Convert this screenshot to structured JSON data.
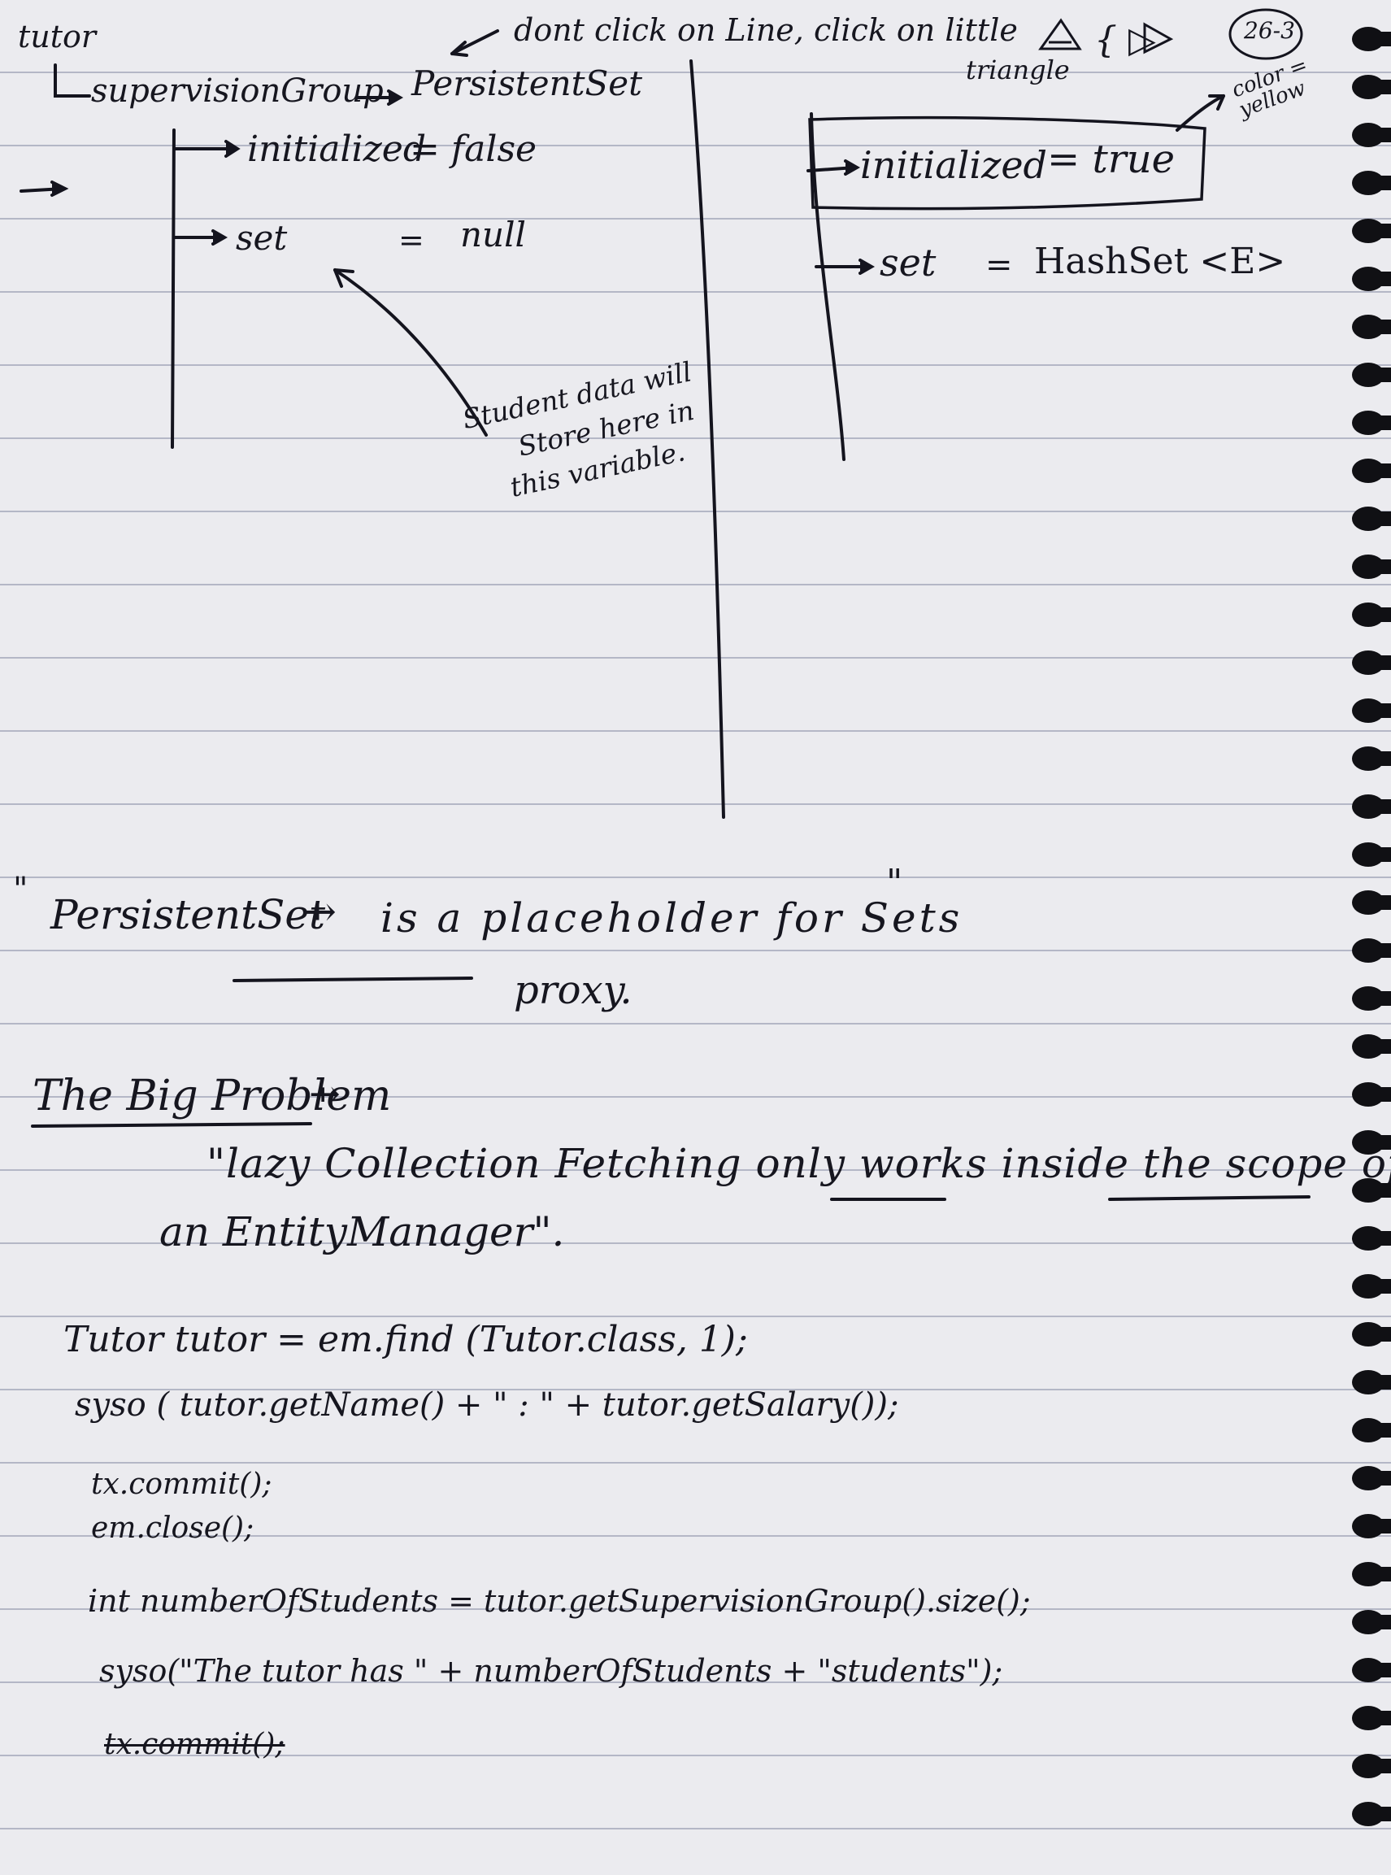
{
  "page_number": "26-3",
  "header": {
    "title": "tutor",
    "relation": "supervisionGroup",
    "target": "PersistentSet",
    "tip": "dont click on Line, click on little",
    "tip_symbols": "{ ▷",
    "tip_word": "triangle",
    "color_note": "color = yellow"
  },
  "left_diagram": {
    "initialized_label": "initialized",
    "initialized_value": "= false",
    "set_label": "set",
    "set_eq": "=",
    "set_value": "null",
    "annotation": [
      "Student data will",
      "Store here in",
      "this variable."
    ]
  },
  "right_diagram": {
    "initialized_label": "initialized",
    "initialized_value": "= true",
    "set_label": "set",
    "set_eq": "=",
    "set_value": "HashSet <E>"
  },
  "quote": {
    "text_start": "PersistentSet",
    "arrow": "⇸",
    "text_mid": "is a placeholder for Sets",
    "proxy": "proxy."
  },
  "section": {
    "heading": "The Big Problem",
    "heading_arrow": "⇸",
    "quote_line1": "\"lazy Collection Fetching only works inside the scope of",
    "quote_line2": "an EntityManager\"."
  },
  "code_lines": [
    "Tutor tutor = em.find (Tutor.class, 1);",
    "syso ( tutor.getName() + \" : \" + tutor.getSalary());",
    "tx.commit();",
    "em.close();",
    "int numberOfStudents = tutor.getSupervisionGroup().size();",
    "syso(\"The tutor has \" + numberOfStudents + \"students\");"
  ],
  "struck_line": "tx.commit();"
}
